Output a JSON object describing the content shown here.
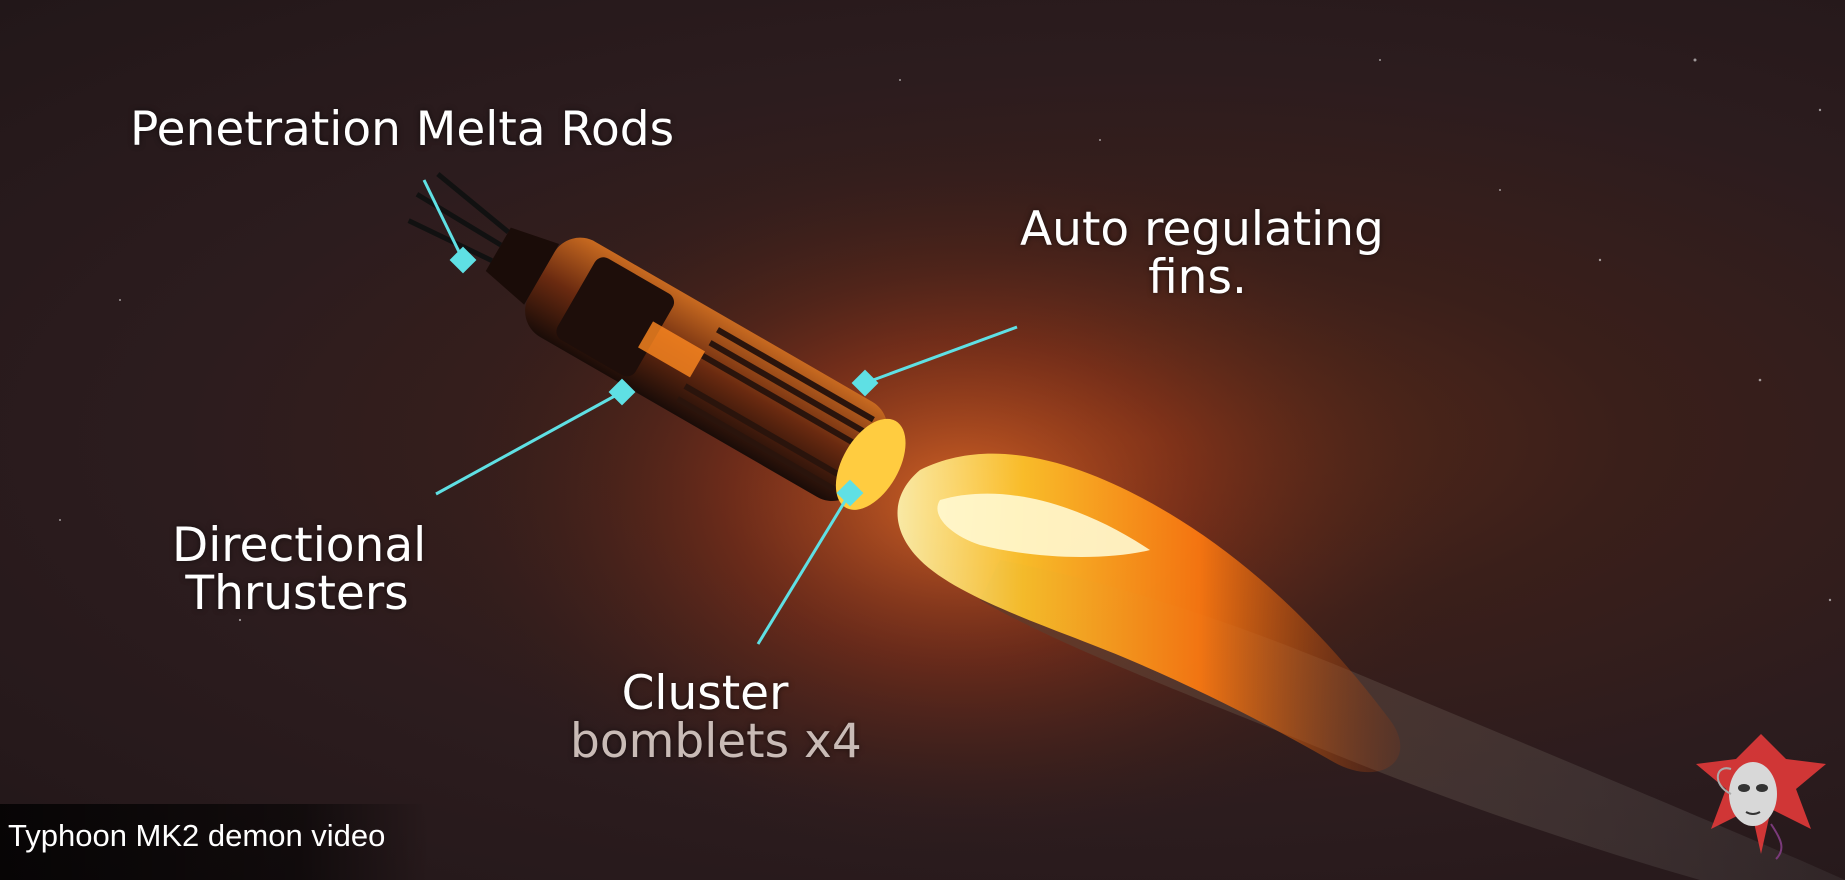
{
  "video": {
    "caption": "Typhoon MK2 demon video"
  },
  "callouts": {
    "melta_rods": "Penetration Melta Rods",
    "fins_line1": "Auto regulating",
    "fins_line2": "fins.",
    "thrusters_line1": "Directional",
    "thrusters_line2": "Thrusters",
    "cluster_line1": "Cluster",
    "cluster_line2": "bomblets x4"
  },
  "colors": {
    "callout_line": "#5fe0e4",
    "exhaust": "#ffb020",
    "background": "#2c1c1e"
  },
  "icons": {
    "watermark": "mask-logo-icon"
  }
}
